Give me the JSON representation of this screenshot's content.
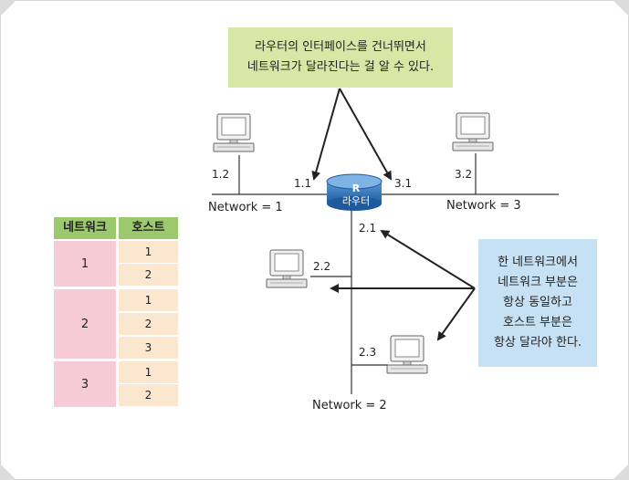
{
  "callout_top": {
    "line1": "라우터의 인터페이스를 건너뛰면서",
    "line2": "네트워크가 달라진다는 걸 알 수 있다."
  },
  "callout_right": {
    "lines": [
      "한 네트워크에서",
      "네트워크 부분은",
      "항상 동일하고",
      "호스트 부분은",
      "항상 달라야 한다."
    ]
  },
  "router": {
    "badge": "R",
    "name": "라우터"
  },
  "networks": {
    "n1": "Network = 1",
    "n2": "Network = 2",
    "n3": "Network = 3"
  },
  "addresses": {
    "a12": "1.2",
    "a11": "1.1",
    "a31": "3.1",
    "a32": "3.2",
    "a21": "2.1",
    "a22": "2.2",
    "a23": "2.3"
  },
  "table": {
    "headers": [
      "네트워크",
      "호스트"
    ],
    "groups": [
      {
        "network": "1",
        "hosts": [
          "1",
          "2"
        ]
      },
      {
        "network": "2",
        "hosts": [
          "1",
          "2",
          "3"
        ]
      },
      {
        "network": "3",
        "hosts": [
          "1",
          "2"
        ]
      }
    ]
  },
  "colors": {
    "callout_top_bg": "#d8e6a6",
    "callout_right_bg": "#c6e0f4",
    "router_blue": "#2d6fb5",
    "table_header": "#9cc86e",
    "table_network_cell": "#f6cbd6",
    "table_host_cell": "#fbe6cf"
  }
}
